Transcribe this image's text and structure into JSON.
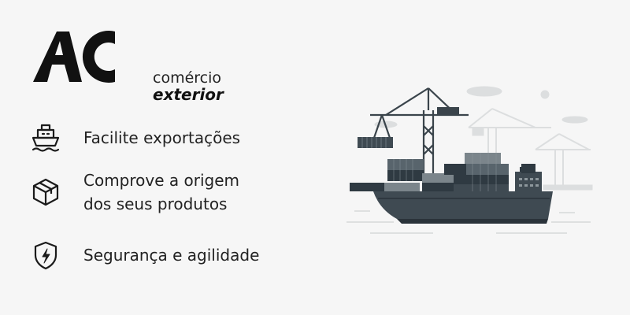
{
  "brand": {
    "logo_letters": "AC",
    "line1": "comércio",
    "line2": "exterior"
  },
  "features": [
    {
      "icon": "ship-icon",
      "text_lines": [
        "Facilite exportações"
      ]
    },
    {
      "icon": "box-icon",
      "text_lines": [
        "Comprove a origem",
        "dos seus produtos"
      ]
    },
    {
      "icon": "shield-bolt-icon",
      "text_lines": [
        "Segurança e agilidade"
      ]
    }
  ],
  "colors": {
    "ink": "#1b1b1b",
    "hull": "#3f4a52",
    "container_dark": "#2f3a42",
    "container_mid": "#58646c",
    "crane": "#3a444b",
    "faint": "#d8dadb"
  }
}
